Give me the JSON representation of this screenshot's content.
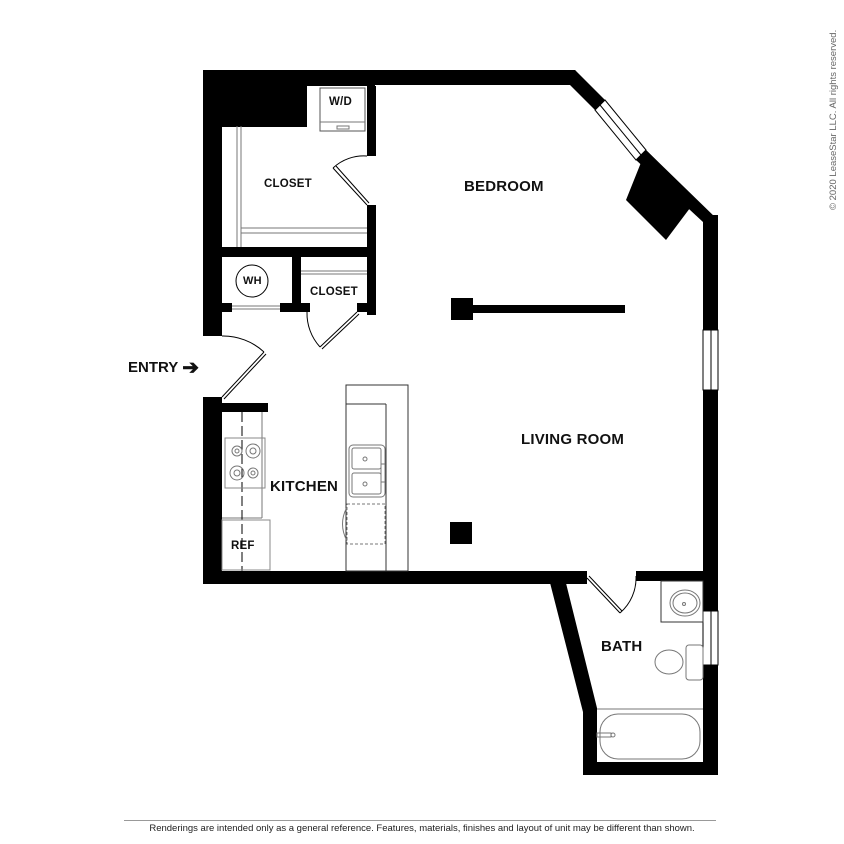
{
  "floorplan": {
    "rooms": [
      {
        "id": "bedroom",
        "label": "BEDROOM"
      },
      {
        "id": "living_room",
        "label": "LIVING ROOM"
      },
      {
        "id": "kitchen",
        "label": "KITCHEN"
      },
      {
        "id": "bath",
        "label": "BATH"
      },
      {
        "id": "closet_main",
        "label": "CLOSET"
      },
      {
        "id": "closet_small",
        "label": "CLOSET"
      }
    ],
    "fixtures": {
      "washer_dryer": "W/D",
      "water_heater": "WH",
      "refrigerator": "REF"
    },
    "entry": {
      "label": "ENTRY",
      "arrow_icon": "➔"
    }
  },
  "copyright": "© 2020 LeaseStar LLC. All rights reserved.",
  "disclaimer": "Renderings are intended only as a general reference. Features, materials, finishes and layout of unit may be different than shown.",
  "colors": {
    "wall": "#000000",
    "fixture_line": "#777777",
    "background": "#ffffff"
  }
}
